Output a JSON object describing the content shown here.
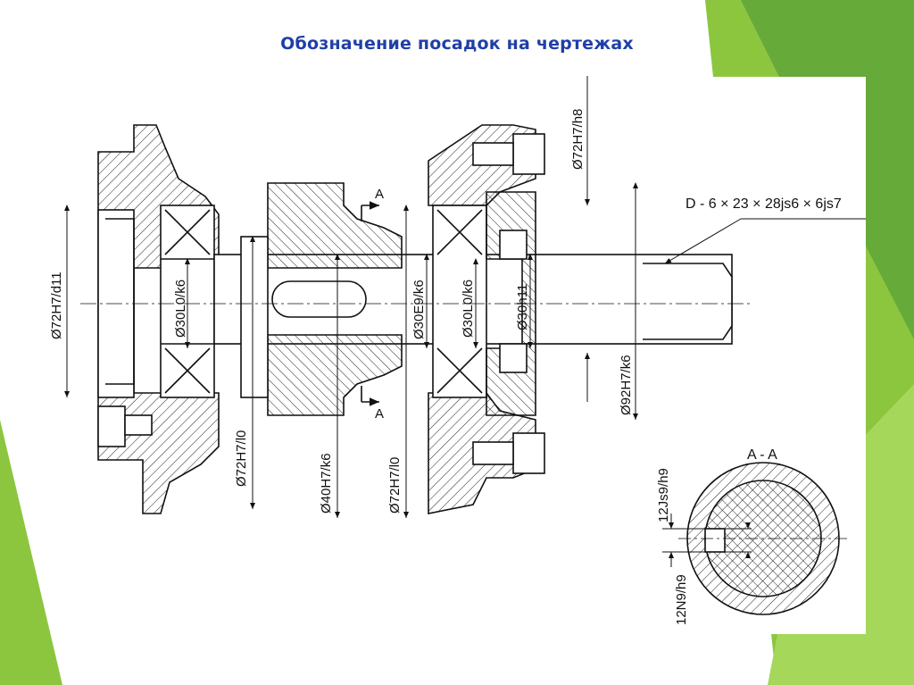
{
  "slide": {
    "title": "Обозначение посадок на чертежах",
    "accent_colors": [
      "#8cc63f",
      "#5fa43a",
      "#a4d75a"
    ],
    "title_color": "#1f3fa8"
  },
  "drawing": {
    "section_marks": [
      "A",
      "A"
    ],
    "section_view_title": "A - A",
    "dimensions": {
      "d72_h7_d11": "Ø72H7/d11",
      "d30_l0_k6_left": "Ø30L0/k6",
      "d72_h7_l0_a": "Ø72H7/l0",
      "d40_h7_k6": "Ø40H7/k6",
      "d72_h7_l0_b": "Ø72H7/l0",
      "d30_e9_k6": "Ø30E9/k6",
      "d30_l0_k6_right": "Ø30L0/k6",
      "d30_h11": "Ø30h11",
      "d72_h7_h8": "Ø72H7/h8",
      "d92_h7_k6": "Ø92H7/k6",
      "spline": "D - 6 × 23 × 28js6 × 6js7",
      "key_js9_h9": "12Js9/h9",
      "key_n9_h9": "12N9/h9"
    }
  }
}
